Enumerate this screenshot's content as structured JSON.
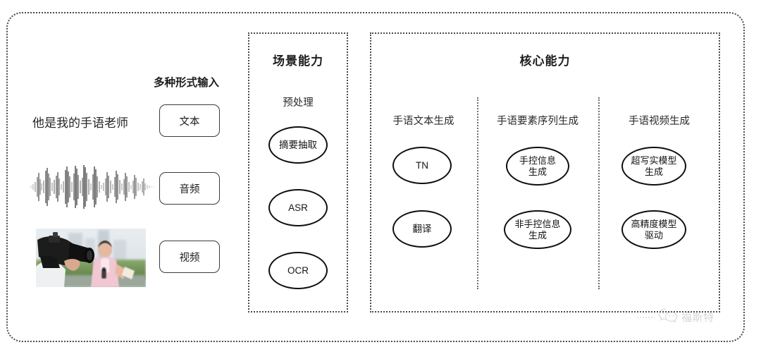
{
  "diagram": {
    "title_hidden": "",
    "colors": {
      "frame": "#4a4a4a",
      "node_border": "#0f0f0f",
      "text": "#1d1d1d",
      "watermark": "#7b7b7b"
    }
  },
  "left_column": {
    "caption": "多种形式输入",
    "sample_text": "他是我的手语老师",
    "waveform_name": "audio-waveform",
    "photo_alt": "cameraman filming a reporter",
    "chips": [
      {
        "label": "文本",
        "name": "chip-text"
      },
      {
        "label": "音频",
        "name": "chip-audio"
      },
      {
        "label": "视频",
        "name": "chip-video"
      }
    ]
  },
  "scene_panel": {
    "title": "场景能力",
    "group_label": "预处理",
    "nodes": [
      {
        "label": "摘要抽取",
        "lines": [
          "摘要抽取"
        ]
      },
      {
        "label": "ASR",
        "lines": [
          "ASR"
        ]
      },
      {
        "label": "OCR",
        "lines": [
          "OCR"
        ]
      }
    ]
  },
  "core_panel": {
    "title": "核心能力",
    "columns": [
      {
        "heading": "手语文本生成",
        "nodes": [
          {
            "lines": [
              "TN"
            ]
          },
          {
            "lines": [
              "翻译"
            ]
          }
        ]
      },
      {
        "heading": "手语要素序列生成",
        "nodes": [
          {
            "lines": [
              "手控信息",
              "生成"
            ]
          },
          {
            "lines": [
              "非手控信息",
              "生成"
            ]
          }
        ]
      },
      {
        "heading": "手语视频生成",
        "nodes": [
          {
            "lines": [
              "超写实模型",
              "生成"
            ]
          },
          {
            "lines": [
              "高精度模型",
              "驱动"
            ]
          }
        ]
      }
    ]
  },
  "watermark": {
    "text": "福斯特",
    "icon": "wechat-icon"
  }
}
